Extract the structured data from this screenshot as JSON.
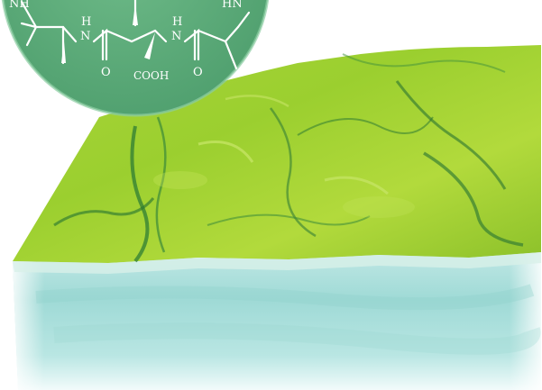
{
  "colors": {
    "water_top": "#e6f7f7",
    "water_mid": "#a9dfdc",
    "water_deep": "#7fcfcd",
    "algae_light": "#b9de3f",
    "algae_mid": "#8fc42c",
    "algae_dark": "#2e7a31",
    "badge_fill": "#5fae7c",
    "badge_edge": "#7dc394",
    "formula_ink": "#ffffff"
  },
  "formula": {
    "labels": {
      "nh": "NH",
      "hn": "HN",
      "h_left": "H",
      "n_left": "N",
      "h_right": "H",
      "n_right": "N",
      "o_left": "O",
      "cooh": "COOH",
      "o_right": "O"
    }
  },
  "icons": {
    "badge": "molecule-badge-icon",
    "block": "algae-water-block-icon"
  }
}
